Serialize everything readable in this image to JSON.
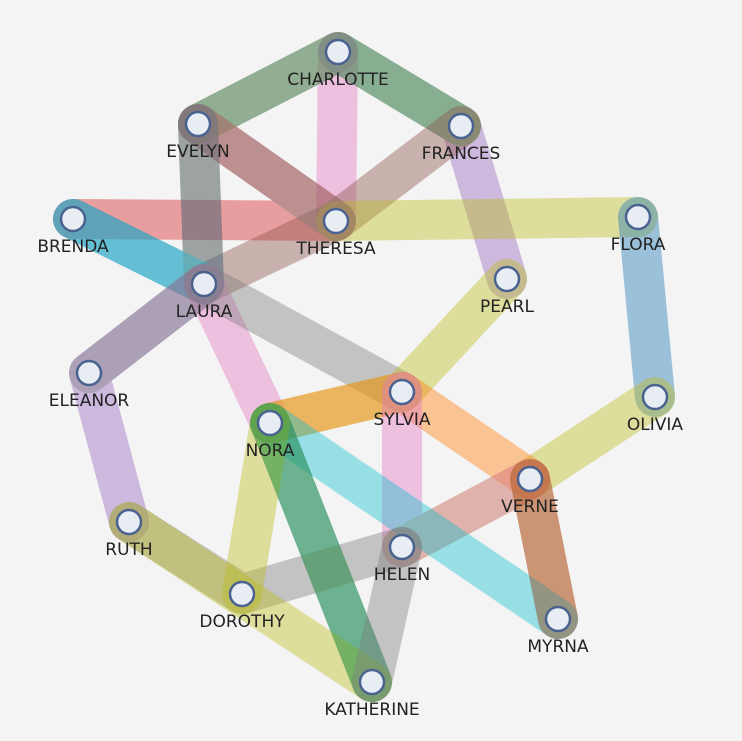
{
  "nodes": [
    {
      "id": "CHARLOTTE",
      "label": "CHARLOTTE"
    },
    {
      "id": "EVELYN",
      "label": "EVELYN"
    },
    {
      "id": "FRANCES",
      "label": "FRANCES"
    },
    {
      "id": "BRENDA",
      "label": "BRENDA"
    },
    {
      "id": "THERESA",
      "label": "THERESA"
    },
    {
      "id": "FLORA",
      "label": "FLORA"
    },
    {
      "id": "LAURA",
      "label": "LAURA"
    },
    {
      "id": "PEARL",
      "label": "PEARL"
    },
    {
      "id": "ELEANOR",
      "label": "ELEANOR"
    },
    {
      "id": "SYLVIA",
      "label": "SYLVIA"
    },
    {
      "id": "OLIVIA",
      "label": "OLIVIA"
    },
    {
      "id": "NORA",
      "label": "NORA"
    },
    {
      "id": "VERNE",
      "label": "VERNE"
    },
    {
      "id": "RUTH",
      "label": "RUTH"
    },
    {
      "id": "HELEN",
      "label": "HELEN"
    },
    {
      "id": "DOROTHY",
      "label": "DOROTHY"
    },
    {
      "id": "MYRNA",
      "label": "MYRNA"
    },
    {
      "id": "KATHERINE",
      "label": "KATHERINE"
    }
  ],
  "hyperedges": [
    {
      "name": "e1",
      "color": "#e377c2",
      "members": [
        "CHARLOTTE",
        "THERESA"
      ]
    },
    {
      "name": "e2",
      "color": "#9467bd",
      "members": [
        "CHARLOTTE",
        "FRANCES",
        "PEARL"
      ]
    },
    {
      "name": "e3",
      "color": "#2ca02c",
      "members": [
        "EVELYN",
        "CHARLOTTE",
        "FRANCES"
      ]
    },
    {
      "name": "e4",
      "color": "#ff7f0e",
      "members": [
        "EVELYN",
        "LAURA"
      ]
    },
    {
      "name": "e5",
      "color": "#d62728",
      "members": [
        "EVELYN",
        "THERESA",
        "BRENDA"
      ]
    },
    {
      "name": "e6",
      "color": "#8c564b",
      "members": [
        "FRANCES",
        "THERESA",
        "LAURA"
      ]
    },
    {
      "name": "e7",
      "color": "#1f77b4",
      "members": [
        "BRENDA",
        "LAURA",
        "EVELYN"
      ]
    },
    {
      "name": "e8",
      "color": "#17becf",
      "members": [
        "BRENDA",
        "LAURA"
      ]
    },
    {
      "name": "e9",
      "color": "#bcbd22",
      "members": [
        "THERESA",
        "FLORA"
      ]
    },
    {
      "name": "e10",
      "color": "#7f7f7f",
      "members": [
        "THERESA",
        "EVELYN",
        "CHARLOTTE"
      ]
    },
    {
      "name": "e11",
      "color": "#1f77b4",
      "members": [
        "FLORA",
        "OLIVIA"
      ]
    },
    {
      "name": "e12",
      "color": "#bcbd22",
      "members": [
        "OLIVIA",
        "VERNE",
        "HELEN"
      ]
    },
    {
      "name": "e13",
      "color": "#9467bd",
      "members": [
        "LAURA",
        "ELEANOR",
        "RUTH"
      ]
    },
    {
      "name": "e14",
      "color": "#e377c2",
      "members": [
        "LAURA",
        "NORA"
      ]
    },
    {
      "name": "e15",
      "color": "#7f7f7f",
      "members": [
        "LAURA",
        "SYLVIA"
      ]
    },
    {
      "name": "e16",
      "color": "#bcbd22",
      "members": [
        "PEARL",
        "SYLVIA",
        "NORA"
      ]
    },
    {
      "name": "e17",
      "color": "#ff7f0e",
      "members": [
        "NORA",
        "SYLVIA",
        "VERNE"
      ]
    },
    {
      "name": "e18",
      "color": "#e377c2",
      "members": [
        "SYLVIA",
        "HELEN",
        "VERNE"
      ]
    },
    {
      "name": "e19",
      "color": "#ff7f0e",
      "members": [
        "VERNE",
        "MYRNA"
      ]
    },
    {
      "name": "e20",
      "color": "#17becf",
      "members": [
        "NORA",
        "MYRNA"
      ]
    },
    {
      "name": "e21",
      "color": "#1f77b4",
      "members": [
        "NORA",
        "KATHERINE"
      ]
    },
    {
      "name": "e22",
      "color": "#7f7f7f",
      "members": [
        "RUTH",
        "DOROTHY",
        "HELEN"
      ]
    },
    {
      "name": "e23",
      "color": "#bcbd22",
      "members": [
        "DOROTHY",
        "NORA"
      ]
    },
    {
      "name": "e24",
      "color": "#bcbd22",
      "members": [
        "RUTH",
        "KATHERINE"
      ]
    },
    {
      "name": "e25",
      "color": "#2ca02c",
      "members": [
        "NORA",
        "KATHERINE"
      ]
    },
    {
      "name": "e26",
      "color": "#7f7f7f",
      "members": [
        "HELEN",
        "KATHERINE"
      ]
    },
    {
      "name": "e27",
      "color": "#8c564b",
      "members": [
        "VERNE",
        "MYRNA"
      ]
    },
    {
      "name": "e28",
      "color": "#7f7f7f",
      "members": [
        "ELEANOR",
        "LAURA"
      ]
    }
  ]
}
